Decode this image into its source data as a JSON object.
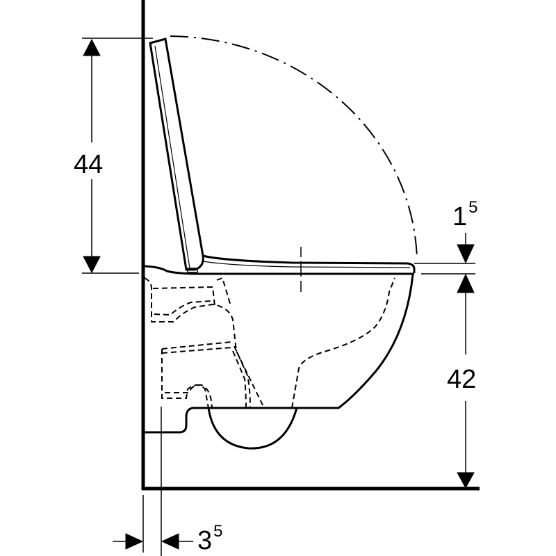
{
  "diagram": {
    "type": "technical-dimension-drawing",
    "subject": "wall-hung toilet side view with seat and lid",
    "colors": {
      "line": "#000000",
      "background": "#ffffff"
    },
    "dimensions": {
      "lid_height": {
        "value": "44",
        "superscript": ""
      },
      "rim_height": {
        "value": "42",
        "superscript": ""
      },
      "seat_thickness": {
        "value": "1",
        "superscript": "5"
      },
      "wall_gap": {
        "value": "3",
        "superscript": "5"
      }
    },
    "elements": [
      "wall-line",
      "floor-line",
      "raised-lid",
      "lid-swing-arc",
      "seat",
      "bowl-outline",
      "hidden-internal-channels",
      "trap-outlet",
      "center-line"
    ]
  }
}
